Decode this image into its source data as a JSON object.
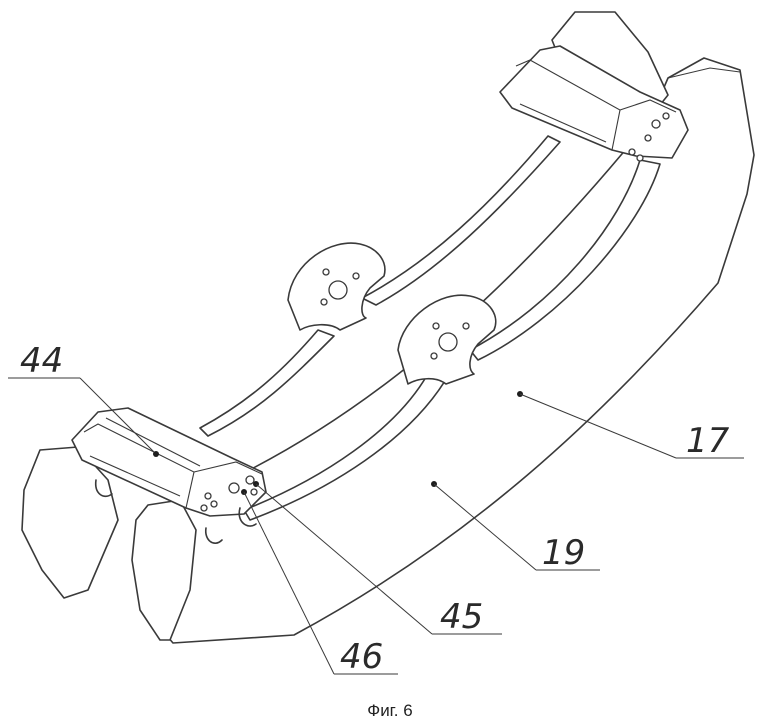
{
  "figure": {
    "caption": "Фиг. 6"
  },
  "references": [
    {
      "id": "ref-17",
      "label": "17",
      "part": "body"
    },
    {
      "id": "ref-19",
      "label": "19",
      "part": "body"
    },
    {
      "id": "ref-44",
      "label": "44",
      "part": "clamp"
    },
    {
      "id": "ref-45",
      "label": "45",
      "part": "clamp"
    },
    {
      "id": "ref-46",
      "label": "46",
      "part": "clamp"
    }
  ]
}
